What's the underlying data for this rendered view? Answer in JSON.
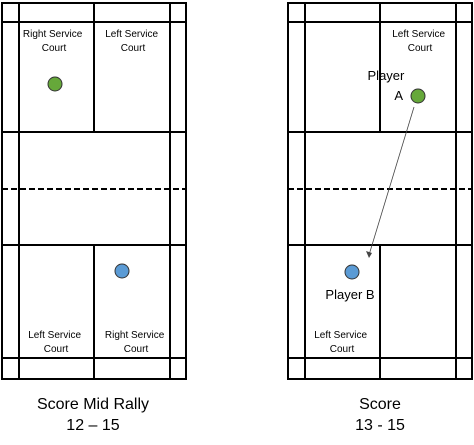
{
  "colors": {
    "line": "#000000",
    "green_shuttle": "#66a83a",
    "blue_shuttle": "#5b9bd5",
    "background": "#ffffff"
  },
  "left_court": {
    "top_right_label": [
      "Right Service",
      "Court"
    ],
    "top_left_label": [
      "Left Service",
      "Court"
    ],
    "bottom_left_label": [
      "Left Service",
      "Court"
    ],
    "bottom_right_label": [
      "Right Service",
      "Court"
    ],
    "caption_title": "Score Mid Rally",
    "caption_score": "12 – 15"
  },
  "right_court": {
    "top_service_label": [
      "Left Service",
      "Court"
    ],
    "player_a_label": [
      "Player",
      "A"
    ],
    "player_b_label": "Player B",
    "bottom_service_label": [
      "Left Service",
      "Court"
    ],
    "caption_title": "Score",
    "caption_score": "13 - 15"
  }
}
